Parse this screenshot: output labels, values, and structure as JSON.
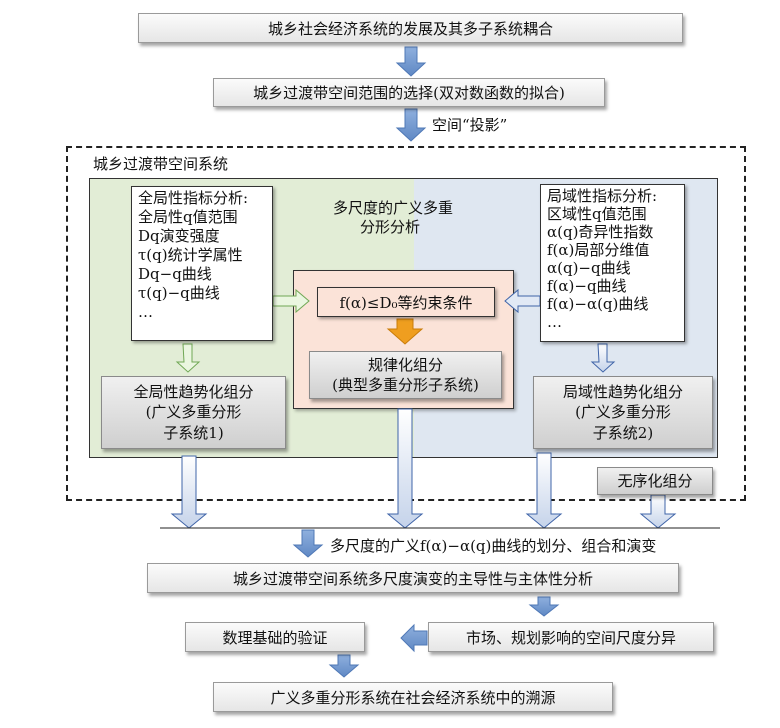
{
  "title": "城乡社会经济系统的发展及其多子系统耦合",
  "step2": "城乡过渡带空间范围的选择(双对数函数的拟合)",
  "projection_label": "空间“投影”",
  "system_label": "城乡过渡带空间系统",
  "center_caption": [
    "多尺度的广义多重",
    "分形分析"
  ],
  "global_indicators": {
    "heading": "全局性指标分析:",
    "items": [
      "全局性q值范围",
      "Dq演变强度",
      "τ(q)统计学属性",
      "Dq−q曲线",
      "τ(q)−q曲线",
      "…"
    ]
  },
  "local_indicators": {
    "heading": "局域性指标分析:",
    "items": [
      "区域性q值范围",
      "α(q)奇异性指数",
      "f(α)局部分维值",
      "α(q)−q曲线",
      "f(α)−q曲线",
      "f(α)−α(q)曲线",
      "…"
    ]
  },
  "constraint": "f(α)≤D₀等约束条件",
  "regular": [
    "规律化组分",
    "(典型多重分形子系统)"
  ],
  "global_trend": [
    "全局性趋势化组分",
    "(广义多重分形",
    "子系统1)"
  ],
  "local_trend": [
    "局域性趋势化组分",
    "(广义多重分形",
    "子系统2)"
  ],
  "disorder": "无序化组分",
  "curve_label": "多尺度的广义f(α)−α(q)曲线的划分、组合和演变",
  "analysis": "城乡过渡带空间系统多尺度演变的主导性与主体性分析",
  "verify": "数理基础的验证",
  "market": "市场、规划影响的空间尺度分异",
  "trace": "广义多重分形系统在社会经济系统中的溯源",
  "colors": {
    "green_panel": "#e2edd6",
    "blue_panel": "#dfe7f1",
    "salmon_panel": "#fbe3d8",
    "arrow_blue": "#6f95cc",
    "arrow_green": "#9dcf84",
    "arrow_orange": "#ef9e1f"
  }
}
